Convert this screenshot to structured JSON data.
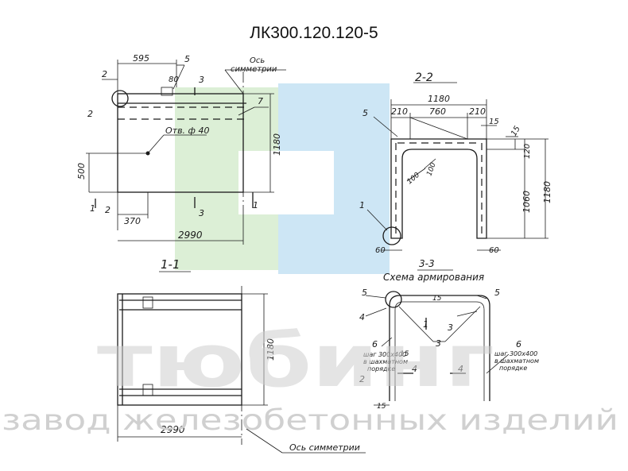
{
  "title": "ЛК300.120.120-5",
  "section_titles": {
    "s11": "1-1",
    "s22": "2-2",
    "s33": "3-3",
    "scheme": "Схема армирования"
  },
  "axis_labels": {
    "axis_sym_top_l1": "Ось",
    "axis_sym_top_l2": "симметрии",
    "axis_sym_bottom": "Ось симметрии",
    "hole": "Отв. ф 40"
  },
  "dimensions": {
    "d595": "595",
    "d80": "80",
    "d500": "500",
    "d1180_side": "1180",
    "d370": "370",
    "d2990_top": "2990",
    "d1180_top": "1180",
    "d210_l": "210",
    "d760": "760",
    "d210_r": "210",
    "d15_top": "15",
    "d15_side": "15",
    "d120": "120",
    "d1060": "1060",
    "d1180_right": "1180",
    "d100_a": "100",
    "d100_b": "100",
    "d60_l": "60",
    "d60_r": "60",
    "d1180_plan": "1180",
    "d2990_plan": "2990",
    "d15_r1": "15",
    "d15_r2": "15",
    "d15_bottom": "15"
  },
  "section_marks": {
    "m2": "2",
    "m3": "3",
    "m1": "1"
  },
  "callouts": {
    "c1": "1",
    "c2": "2",
    "c3": "3",
    "c4": "4",
    "c5": "5",
    "c6": "6",
    "c7": "7"
  },
  "notes": {
    "step_l1": "шаг 300х400",
    "step_l2": "в шахматном",
    "step_l3": "порядке"
  },
  "watermark": {
    "big": "тюбинг",
    "small": "завод железобетонных изделий"
  },
  "colors": {
    "logo_green": "#dcefd6",
    "logo_blue": "#cde6f5",
    "line": "#1a1a1a",
    "watermark": "#cfcfcf"
  }
}
